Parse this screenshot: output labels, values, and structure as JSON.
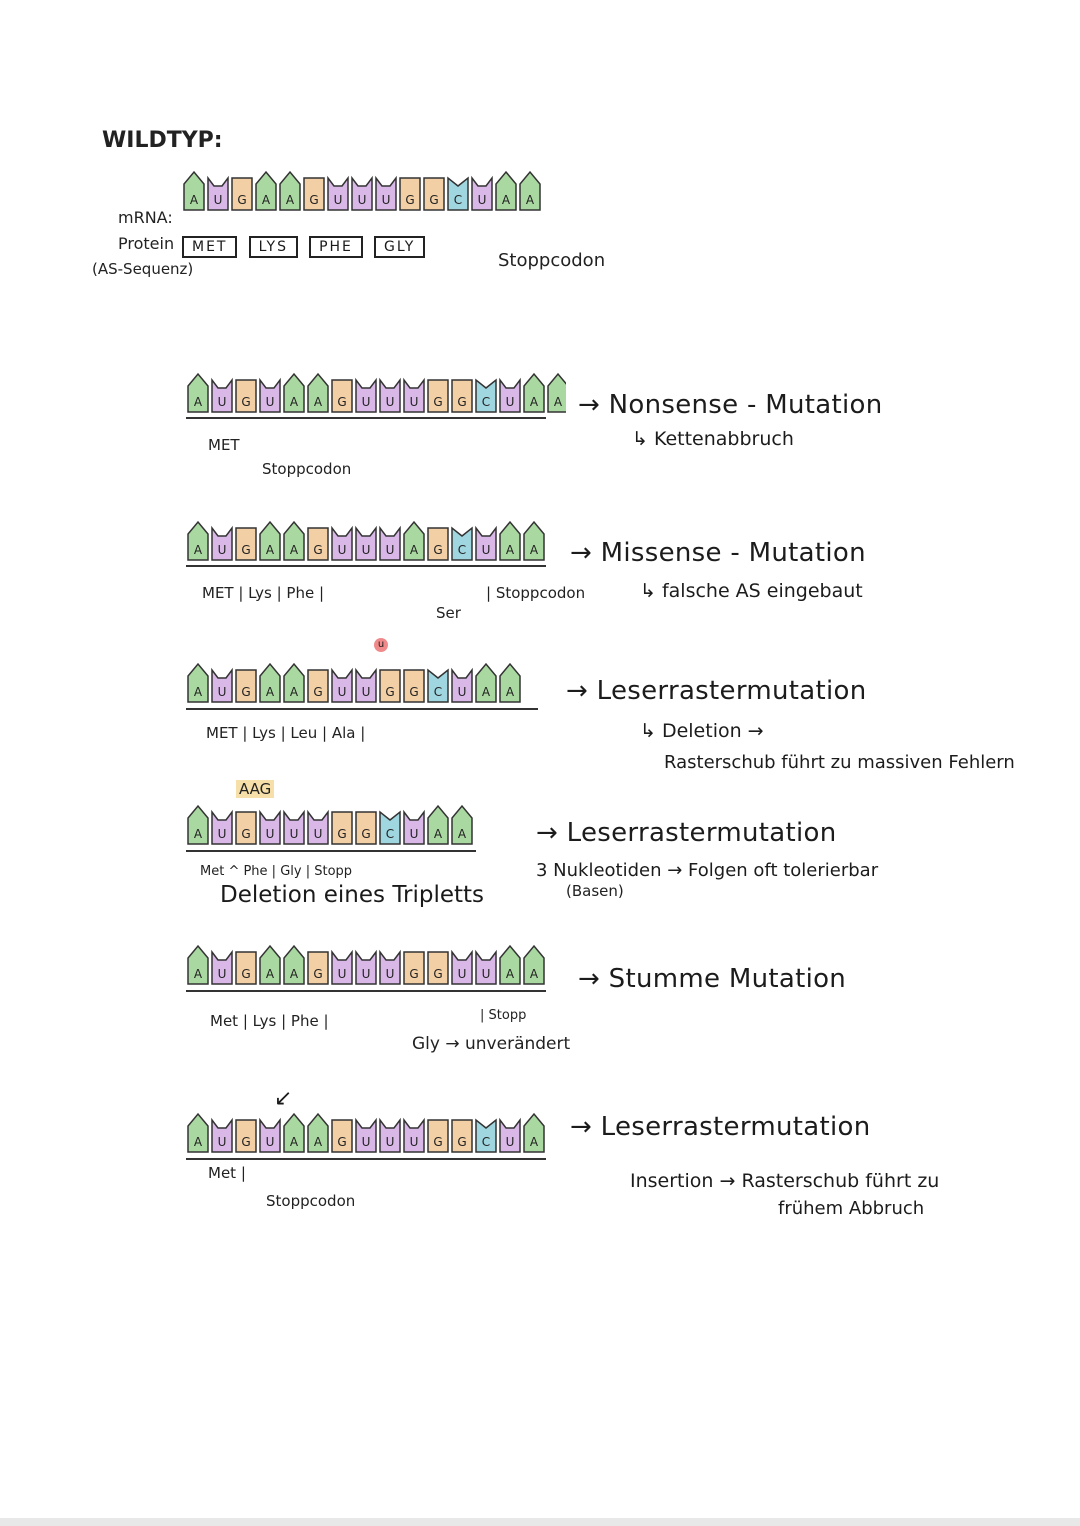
{
  "wildtyp": {
    "title": "WILDTYP:",
    "mrna_label": "mRNA:",
    "protein_label": "Protein",
    "as_label": "(AS-Sequenz)",
    "sequence": "AUGAAGUUUGGCUAA",
    "proteins": [
      "MET",
      "LYS",
      "PHE",
      "GLY"
    ],
    "stopp_label": "Stoppcodon"
  },
  "bases": {
    "colors": {
      "A": "#a9d8a1",
      "U": "#d9b8e8",
      "G": "#f2cfa4",
      "C": "#9fd6e0"
    }
  },
  "mutations": [
    {
      "id": "nonsense",
      "sequence": "AUGUAAGUUUGGCUAA",
      "annotation": "MET",
      "sub": "Stoppcodon",
      "title": "Nonsense - Mutation",
      "desc": "↳ Kettenabbruch"
    },
    {
      "id": "missense",
      "sequence": "AUGAAGUUUAGCUAA",
      "annotation": "MET | Lys | Phe |",
      "sub": "Ser",
      "extra": "| Stoppcodon",
      "title": "Missense - Mutation",
      "desc": "↳ falsche AS eingebaut"
    },
    {
      "id": "deletion",
      "sequence": "AUGAAGUUGGCUAA",
      "marker": "u",
      "annotation": "MET | Lys | Leu | Ala |",
      "title": "Leserrastermutation",
      "desc": "↳ Deletion →",
      "desc2": "Rasterschub führt zu massiven Fehlern"
    },
    {
      "id": "triplet",
      "sequence": "AUGUUUGGCUAA",
      "marker": "AAG",
      "annotation": "Met ^ Phe | Gly | Stopp",
      "sub": "Deletion eines Tripletts",
      "title": "Leserrastermutation",
      "desc": "3 Nukleotiden → Folgen oft tolerierbar",
      "desc2": "(Basen)"
    },
    {
      "id": "silent",
      "sequence": "AUGAAGUUUGGUUAA",
      "annotation": "Met | Lys | Phe |",
      "extra": "| Stopp",
      "sub": "Gly → unverändert",
      "title": "Stumme Mutation"
    },
    {
      "id": "insertion",
      "sequence": "AUGUAAGUUUGGCUA",
      "annotation": "Met |",
      "sub": "Stoppcodon",
      "title": "Leserrastermutation",
      "desc": "Insertion → Rasterschub führt zu",
      "desc2": "frühem Abbruch"
    }
  ]
}
